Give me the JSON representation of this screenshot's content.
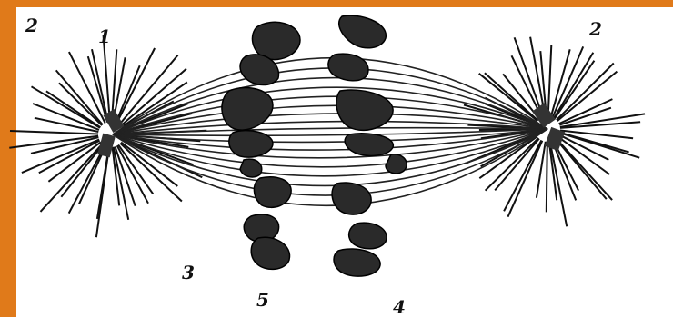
{
  "colors": {
    "frame_accent": "#e07a1a",
    "ink": "#111111",
    "paper": "#ffffff"
  },
  "diagram": {
    "labels": {
      "l1": "1",
      "l2a": "2",
      "l2b": "2",
      "l3": "3",
      "l4": "4",
      "l5": "5"
    }
  }
}
